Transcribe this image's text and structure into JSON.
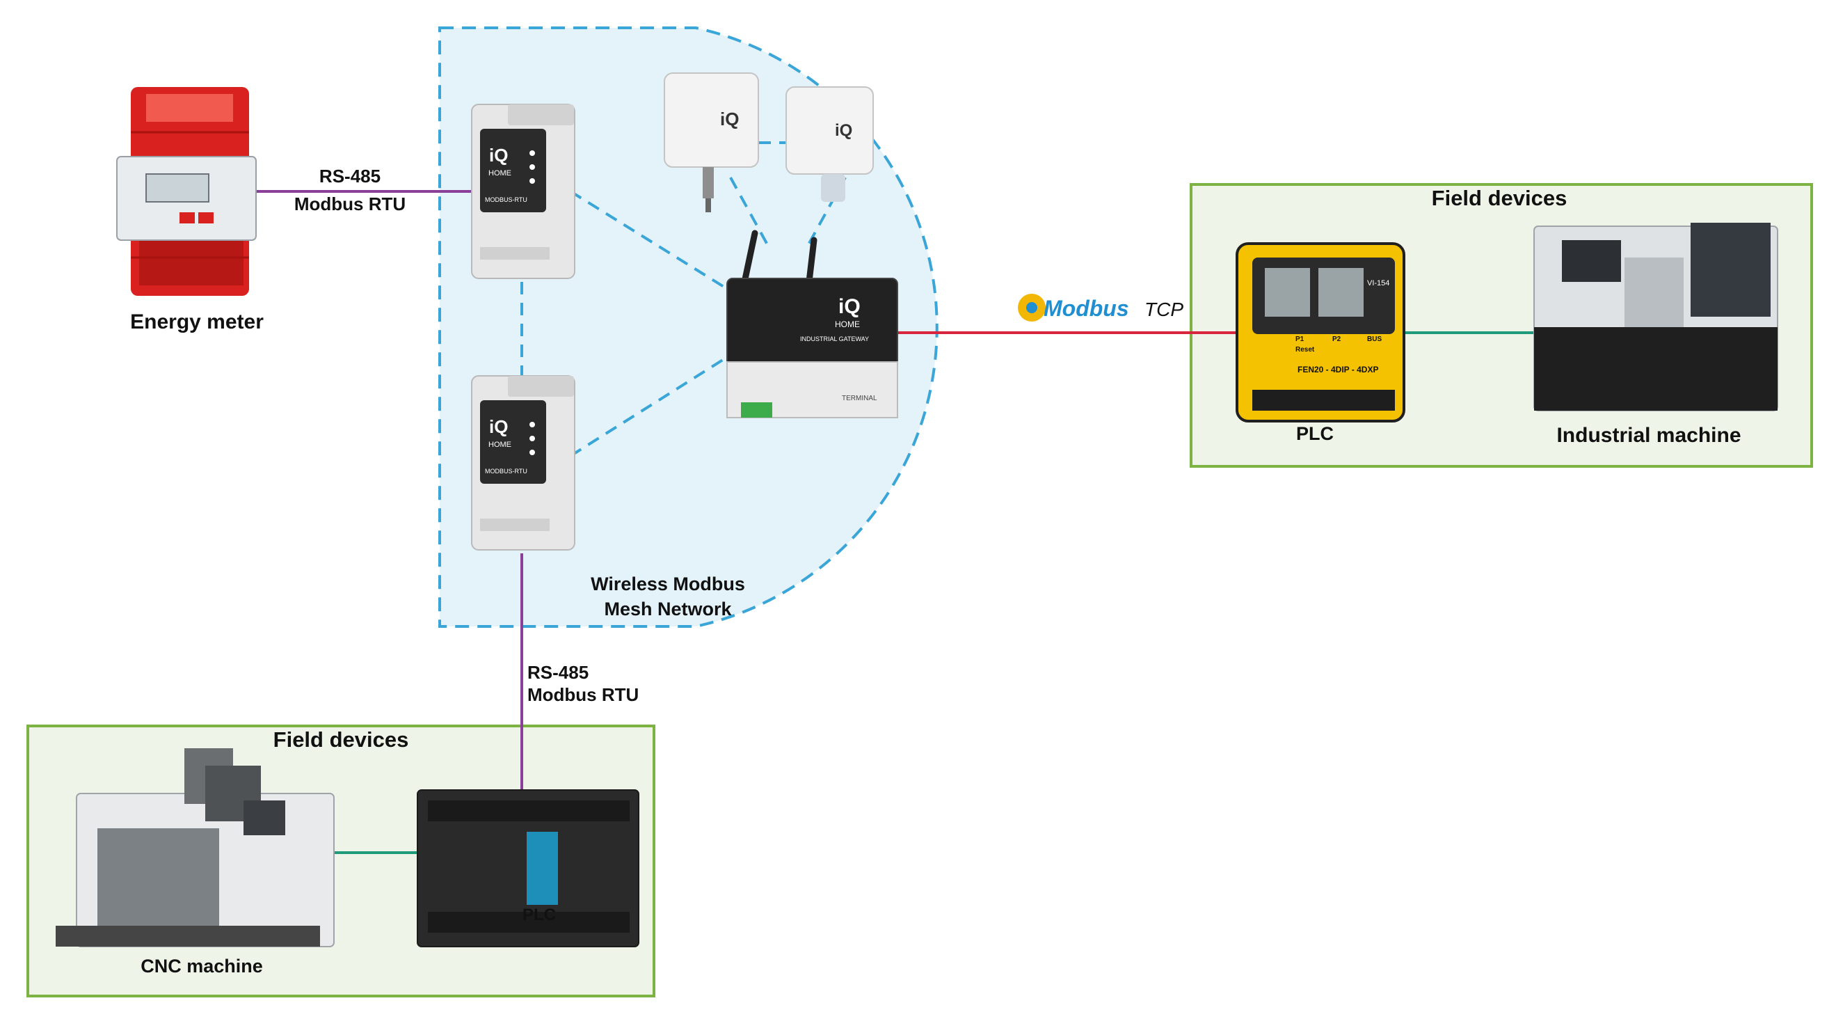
{
  "colors": {
    "mesh_fill": "#e4f3fa",
    "mesh_border": "#3aa6d8",
    "rs485_line": "#8a3f98",
    "tcp_line": "#d7263d",
    "field_line": "#1f9a7a",
    "field_border": "#7cb342",
    "field_fill": "#eef5e8"
  },
  "labels": {
    "energy_meter": "Energy meter",
    "rs485_top": "RS-485",
    "modbus_rtu_top": "Modbus RTU",
    "mesh_line1": "Wireless Modbus",
    "mesh_line2": "Mesh Network",
    "rs485_bottom": "RS-485",
    "modbus_rtu_bottom": "Modbus RTU",
    "modbus_logo": "Modbus",
    "tcp": "TCP"
  },
  "field_right": {
    "title": "Field devices",
    "plc": "PLC",
    "machine": "Industrial machine"
  },
  "field_left": {
    "title": "Field devices",
    "machine": "CNC machine",
    "plc": "PLC"
  },
  "device_text": {
    "iq_brand": "iQ",
    "home": "HOME",
    "modbus_rtu_module": "MODBUS-RTU",
    "gateway": "INDUSTRIAL GATEWAY",
    "terminal": "TERMINAL",
    "fen_model": "FEN20 - 4DIP - 4DXP",
    "fen_p1": "P1",
    "fen_p2": "P2",
    "fen_bus": "BUS",
    "fen_reset": "Reset",
    "fen_tag": "VI-154"
  }
}
